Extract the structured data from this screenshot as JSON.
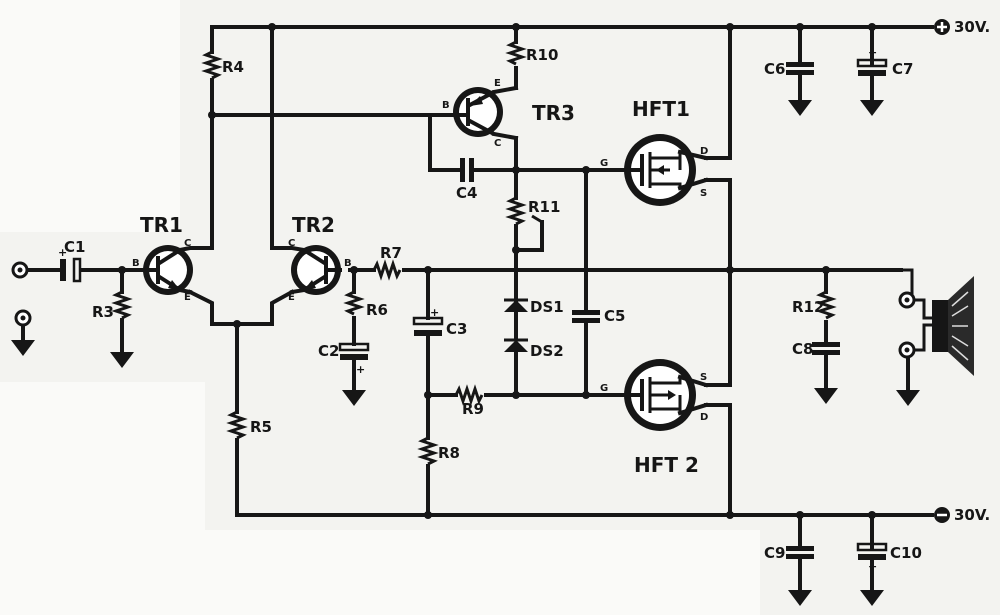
{
  "colors": {
    "ink": "#161616",
    "paper": "#f3f3f0"
  },
  "supply": {
    "positive": "30V.",
    "negative": "30V."
  },
  "transistors": {
    "tr1": "TR1",
    "tr2": "TR2",
    "tr3": "TR3"
  },
  "mosfets": {
    "hft1": "HFT1",
    "hft2": "HFT 2"
  },
  "pins": {
    "b": "B",
    "c": "C",
    "e": "E",
    "g": "G",
    "d": "D",
    "s": "S"
  },
  "polarity": {
    "plus": "+"
  },
  "resistors": {
    "r3": "R3",
    "r4": "R4",
    "r5": "R5",
    "r6": "R6",
    "r7": "R7",
    "r8": "R8",
    "r9": "R9",
    "r10": "R10",
    "r11": "R11",
    "r12": "R12"
  },
  "capacitors": {
    "c1": "C1",
    "c2": "C2",
    "c3": "C3",
    "c4": "C4",
    "c5": "C5",
    "c6": "C6",
    "c7": "C7",
    "c8": "C8",
    "c9": "C9",
    "c10": "C10"
  },
  "diodes": {
    "ds1": "DS1",
    "ds2": "DS2"
  }
}
